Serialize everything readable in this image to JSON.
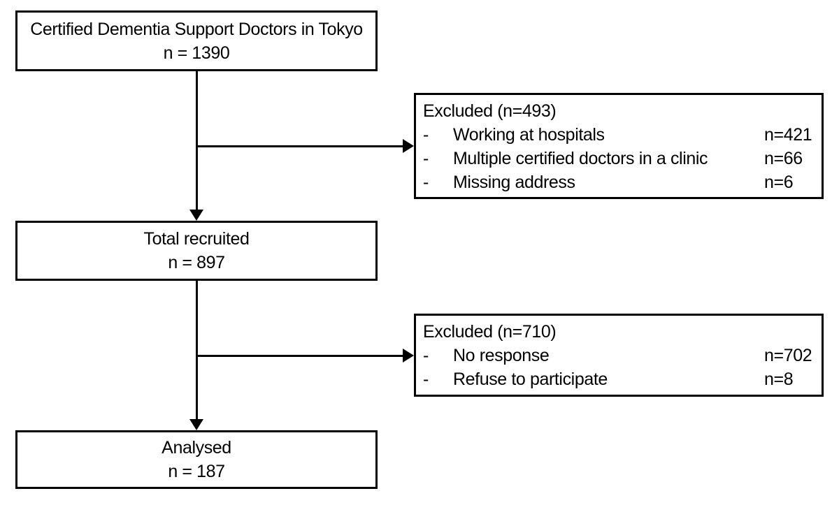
{
  "colors": {
    "background": "#ffffff",
    "line": "#000000",
    "text": "#000000"
  },
  "flow": {
    "population": {
      "line1": "Certified Dementia Support Doctors in Tokyo",
      "line2": "n = 1390"
    },
    "excluded1": {
      "title": "Excluded (n=493)",
      "items": [
        {
          "bullet": "-",
          "label": "Working at hospitals",
          "value": "n=421"
        },
        {
          "bullet": "-",
          "label": "Multiple certified doctors in a clinic",
          "value": "n=66"
        },
        {
          "bullet": "-",
          "label": "Missing address",
          "value": "n=6"
        }
      ]
    },
    "recruited": {
      "line1": "Total recruited",
      "line2": "n = 897"
    },
    "excluded2": {
      "title": "Excluded (n=710)",
      "items": [
        {
          "bullet": "-",
          "label": "No response",
          "value": "n=702"
        },
        {
          "bullet": "-",
          "label": "Refuse to participate",
          "value": "n=8"
        }
      ]
    },
    "analysed": {
      "line1": "Analysed",
      "line2": "n = 187"
    }
  }
}
